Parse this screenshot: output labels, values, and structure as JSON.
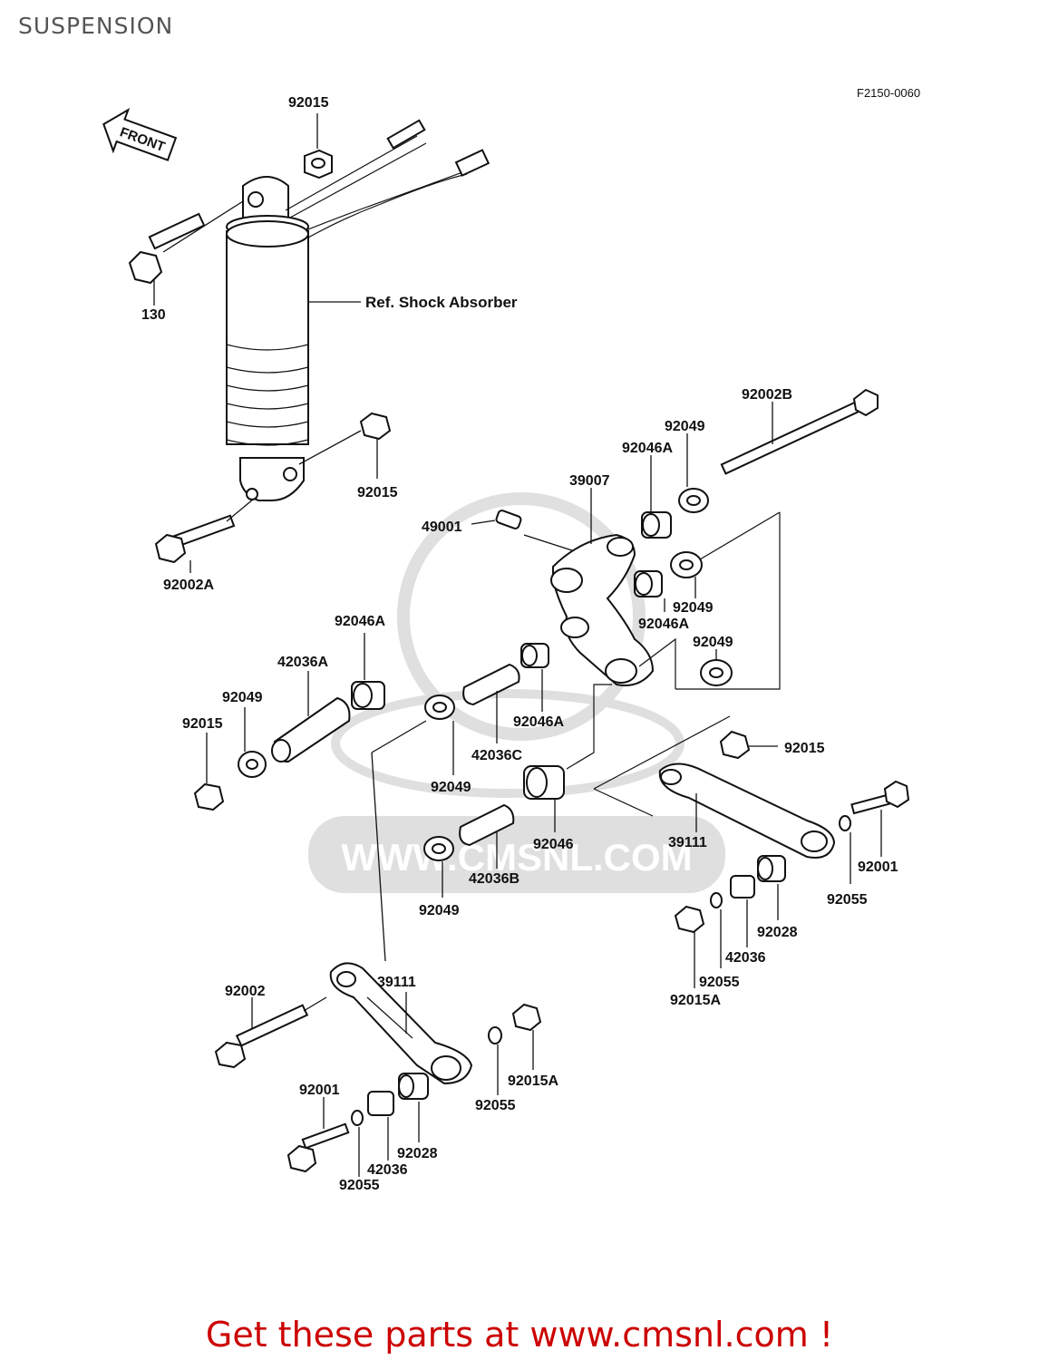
{
  "header": {
    "title": "SUSPENSION"
  },
  "diagram": {
    "figure_code": "F2150-0060",
    "front_arrow": "FRONT",
    "ref_label": "Ref. Shock Absorber",
    "watermark": "WWW.CMSNL.COM",
    "labels": {
      "l_92015_top": "92015",
      "l_130": "130",
      "l_92015_mid": "92015",
      "l_92002A": "92002A",
      "l_92002B": "92002B",
      "l_92049_a": "92049",
      "l_92046A_a": "92046A",
      "l_39007": "39007",
      "l_49001": "49001",
      "l_92049_b": "92049",
      "l_92046A_b": "92046A",
      "l_92049_c": "92049",
      "l_92046A_c": "92046A",
      "l_42036A": "42036A",
      "l_92049_d": "92049",
      "l_92015_d": "92015",
      "l_92046A_d": "92046A",
      "l_42036C": "42036C",
      "l_92049_e": "92049",
      "l_92046": "92046",
      "l_42036B": "42036B",
      "l_92049_f": "92049",
      "l_92015_r": "92015",
      "l_39111_r": "39111",
      "l_92001_r": "92001",
      "l_92055_r": "92055",
      "l_92028_r": "92028",
      "l_42036_r": "42036",
      "l_92055_r2": "92055",
      "l_92015A_r": "92015A",
      "l_92002": "92002",
      "l_39111_l": "39111",
      "l_92001_l": "92001",
      "l_42036_l": "42036",
      "l_92028_l": "92028",
      "l_92055_l": "92055",
      "l_92055_m": "92055",
      "l_92015A_m": "92015A"
    }
  },
  "footer": {
    "cta": "Get these parts at www.cmsnl.com !"
  }
}
